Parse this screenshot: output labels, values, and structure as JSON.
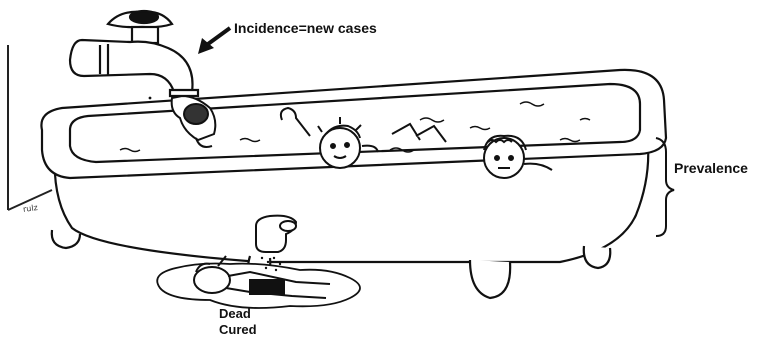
{
  "labels": {
    "incidence": "Incidence=new cases",
    "prevalence": "Prevalence",
    "outcome_line1": "Dead",
    "outcome_line2": "Cured"
  },
  "illustration": {
    "signature": "rulz",
    "figures": [
      "faucet-icon",
      "arrow-icon",
      "bathtub",
      "person-entering-icon",
      "person-swimming-icon",
      "person-floating-icon",
      "drain-pipe-icon",
      "person-lying-icon",
      "puddle",
      "brace-icon"
    ]
  },
  "colors": {
    "ink": "#111111",
    "background": "#ffffff"
  }
}
